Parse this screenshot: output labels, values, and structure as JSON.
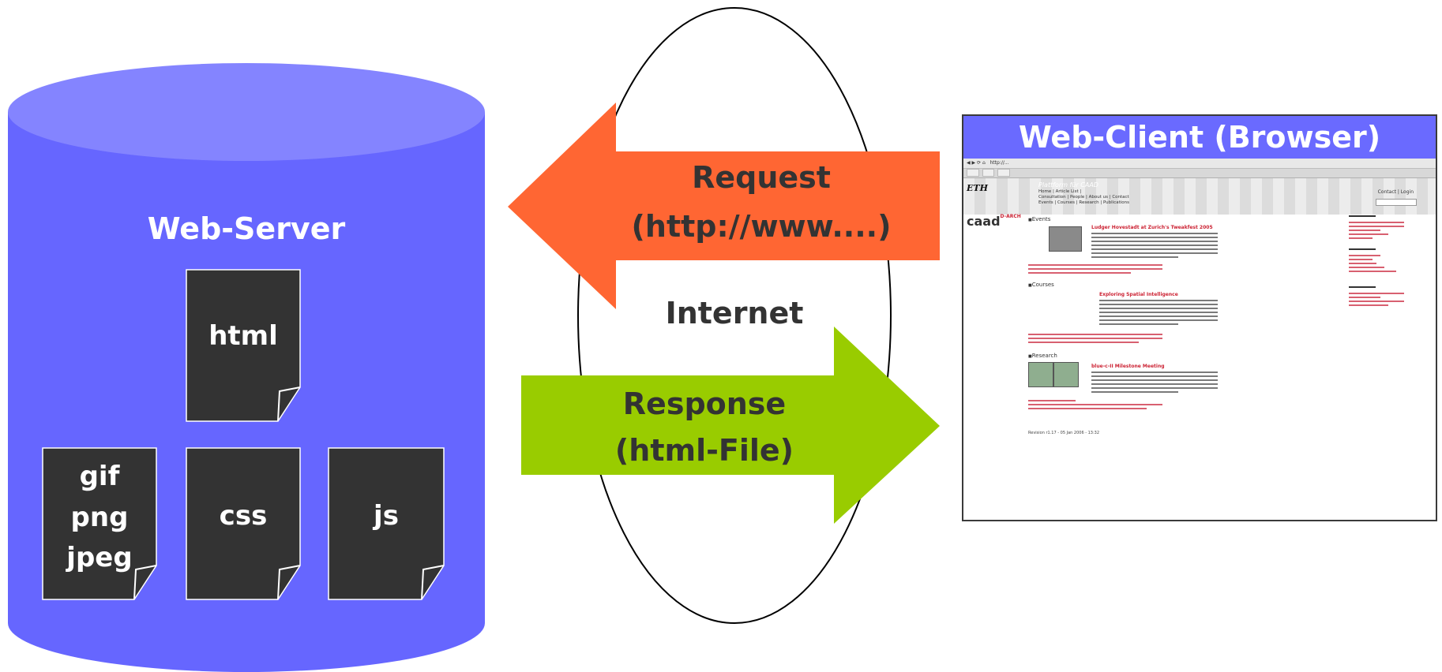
{
  "server": {
    "label": "Web-Server",
    "files": {
      "html": "html",
      "images": [
        "gif",
        "png",
        "jpeg"
      ],
      "css": "css",
      "js": "js"
    }
  },
  "internet": {
    "label": "Internet"
  },
  "request": {
    "line1": "Request",
    "line2": "(http://www....)"
  },
  "response": {
    "line1": "Response",
    "line2": "(html-File)"
  },
  "client": {
    "title": "Web-Client (Browser)",
    "screenshot": {
      "site_title": "Plattform für CAAD",
      "nav": [
        "Home | Article List |",
        "Consultation | People | About us | Contact",
        "Events | Courses | Research | Publications"
      ],
      "contact": "Contact | Login",
      "logo": "caad",
      "logo_sup": "D-ARCH",
      "sections": [
        "Events",
        "Courses",
        "Research"
      ],
      "headlines": [
        "Ludger Hovestadt at Zurich's Tweakfest 2005",
        "Exploring Spatial Intelligence",
        "blue-c-II Milestone Meeting"
      ],
      "revision": "Revision r1.17 - 05 Jan 2006 - 13:32"
    }
  },
  "colors": {
    "server_body": "#6666ff",
    "server_top": "#8484ff",
    "file_fill": "#333333",
    "request_arrow": "#ff6633",
    "response_arrow": "#99cc00",
    "browser_title": "#6a6aff"
  }
}
